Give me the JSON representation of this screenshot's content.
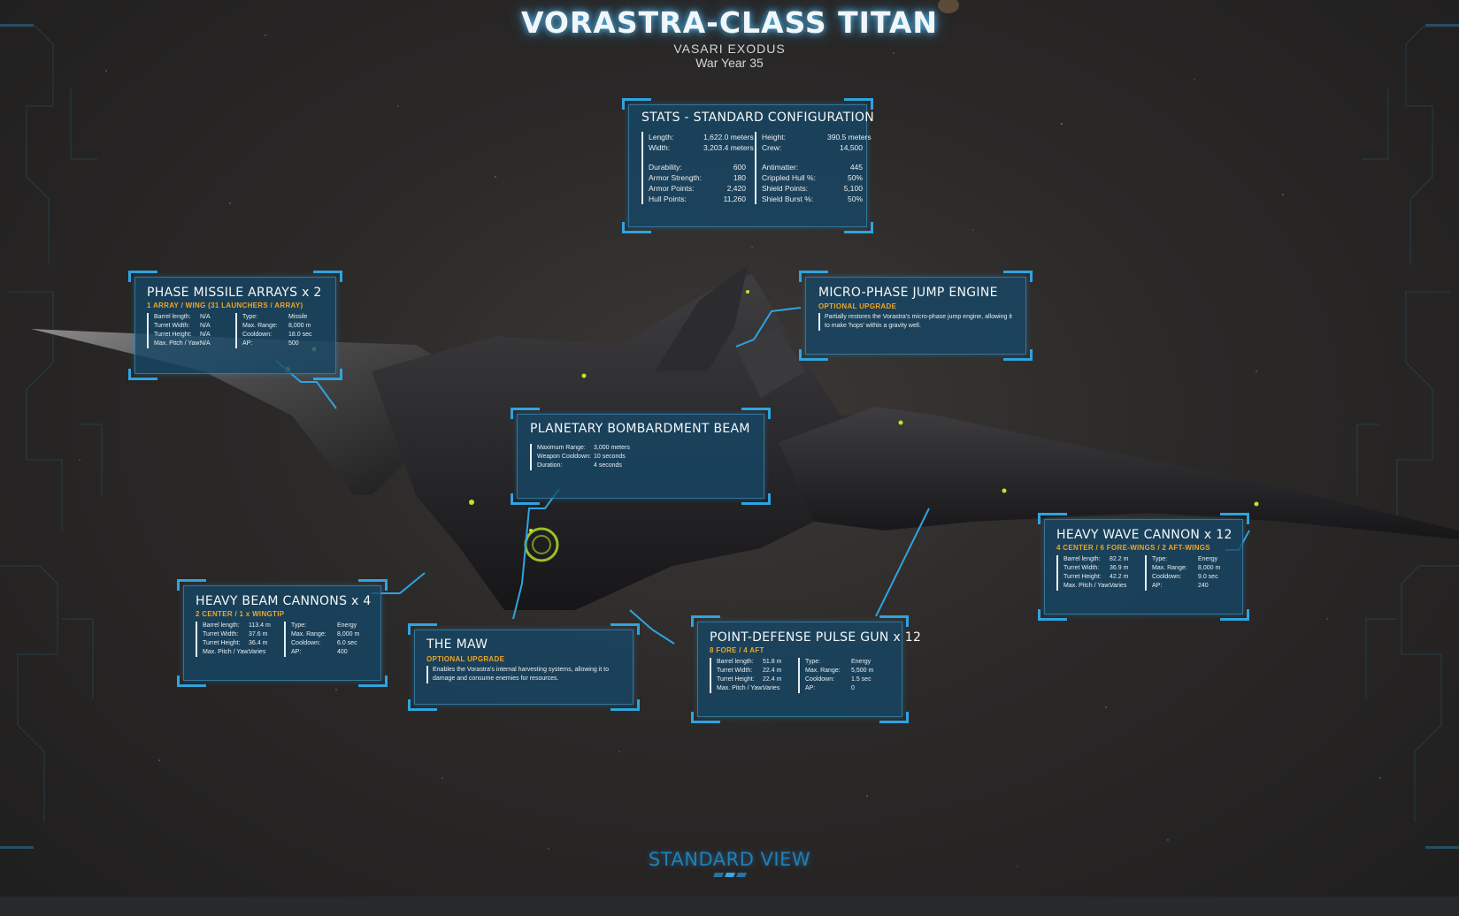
{
  "header": {
    "title": "VORASTRA-CLASS TITAN",
    "faction": "VASARI EXODUS",
    "era": "War Year 35"
  },
  "colors": {
    "panel_bg": "#164868",
    "accent": "#2ea4e0",
    "highlight": "#f0a524",
    "ship_glow": "#b9e82a"
  },
  "stats": {
    "title": "STATS - STANDARD CONFIGURATION",
    "left": [
      {
        "k": "Length:",
        "v": "1,622.0 meters"
      },
      {
        "k": "Width:",
        "v": "3,203.4 meters"
      },
      {
        "k": "",
        "v": ""
      },
      {
        "k": "Durability:",
        "v": "600"
      },
      {
        "k": "Armor Strength:",
        "v": "180"
      },
      {
        "k": "Armor Points:",
        "v": "2,420"
      },
      {
        "k": "Hull Points:",
        "v": "11,260"
      }
    ],
    "right": [
      {
        "k": "Height:",
        "v": "390.5 meters"
      },
      {
        "k": "Crew:",
        "v": "14,500"
      },
      {
        "k": "",
        "v": ""
      },
      {
        "k": "Antimatter:",
        "v": "445"
      },
      {
        "k": "Crippled Hull %:",
        "v": "50%"
      },
      {
        "k": "Shield Points:",
        "v": "5,100"
      },
      {
        "k": "Shield Burst %:",
        "v": "50%"
      }
    ]
  },
  "missiles": {
    "title": "PHASE MISSILE ARRAYS x 2",
    "subtitle": "1 ARRAY / WING (31 LAUNCHERS / ARRAY)",
    "left": [
      {
        "k": "Barrel length:",
        "v": "N/A"
      },
      {
        "k": "Turret Width:",
        "v": "N/A"
      },
      {
        "k": "Turret Height:",
        "v": "N/A"
      },
      {
        "k": "Max. Pitch / Yaw:",
        "v": "N/A"
      }
    ],
    "right": [
      {
        "k": "Type:",
        "v": "Missile"
      },
      {
        "k": "Max. Range:",
        "v": "8,000 m"
      },
      {
        "k": "Cooldown:",
        "v": "18.0 sec"
      },
      {
        "k": "AP:",
        "v": "500"
      }
    ]
  },
  "jump": {
    "title": "MICRO-PHASE JUMP ENGINE",
    "subtitle": "OPTIONAL UPGRADE",
    "desc": "Partially restores the Vorastra's micro-phase jump engine, allowing it to make 'hops' within a gravity well."
  },
  "bombard": {
    "title": "PLANETARY BOMBARDMENT BEAM",
    "rows": [
      {
        "k": "Maximum Range:",
        "v": "3,000 meters"
      },
      {
        "k": "Weapon Cooldown:",
        "v": "10 seconds"
      },
      {
        "k": "Duration:",
        "v": "4 seconds"
      }
    ]
  },
  "wave": {
    "title": "HEAVY WAVE CANNON x 12",
    "subtitle": "4 CENTER / 6 FORE-WINGS / 2 AFT-WINGS",
    "left": [
      {
        "k": "Barrel length:",
        "v": "82.2 m"
      },
      {
        "k": "Turret Width:",
        "v": "36.9 m"
      },
      {
        "k": "Turret Height:",
        "v": "42.2 m"
      },
      {
        "k": "Max. Pitch / Yaw:",
        "v": "Varies"
      }
    ],
    "right": [
      {
        "k": "Type:",
        "v": "Energy"
      },
      {
        "k": "Max. Range:",
        "v": "8,000 m"
      },
      {
        "k": "Cooldown:",
        "v": "9.0 sec"
      },
      {
        "k": "AP:",
        "v": "240"
      }
    ]
  },
  "beam": {
    "title": "HEAVY BEAM CANNONS x 4",
    "subtitle": "2 CENTER / 1 x WINGTIP",
    "left": [
      {
        "k": "Barrel length:",
        "v": "113.4 m"
      },
      {
        "k": "Turret Width:",
        "v": "37.6 m"
      },
      {
        "k": "Turret Height:",
        "v": "36.4 m"
      },
      {
        "k": "Max. Pitch / Yaw:",
        "v": "Varies"
      }
    ],
    "right": [
      {
        "k": "Type:",
        "v": "Energy"
      },
      {
        "k": "Max. Range:",
        "v": "8,000 m"
      },
      {
        "k": "Cooldown:",
        "v": "6.0 sec"
      },
      {
        "k": "AP:",
        "v": "400"
      }
    ]
  },
  "maw": {
    "title": "THE MAW",
    "subtitle": "OPTIONAL UPGRADE",
    "desc": "Enables the Vorastra's internal harvesting systems, allowing it to damage and consume enemies for resources."
  },
  "pd": {
    "title": "POINT-DEFENSE PULSE GUN x 12",
    "subtitle": "8 FORE / 4 AFT",
    "left": [
      {
        "k": "Barrel length:",
        "v": "51.8 m"
      },
      {
        "k": "Turret Width:",
        "v": "22.4 m"
      },
      {
        "k": "Turret Height:",
        "v": "22.4 m"
      },
      {
        "k": "Max. Pitch / Yaw:",
        "v": "Varies"
      }
    ],
    "right": [
      {
        "k": "Type:",
        "v": "Energy"
      },
      {
        "k": "Max. Range:",
        "v": "5,500 m"
      },
      {
        "k": "Cooldown:",
        "v": "1.5 sec"
      },
      {
        "k": "AP:",
        "v": "0"
      }
    ]
  },
  "footer": {
    "view": "STANDARD VIEW",
    "view_pages": 3,
    "view_active": 1
  }
}
